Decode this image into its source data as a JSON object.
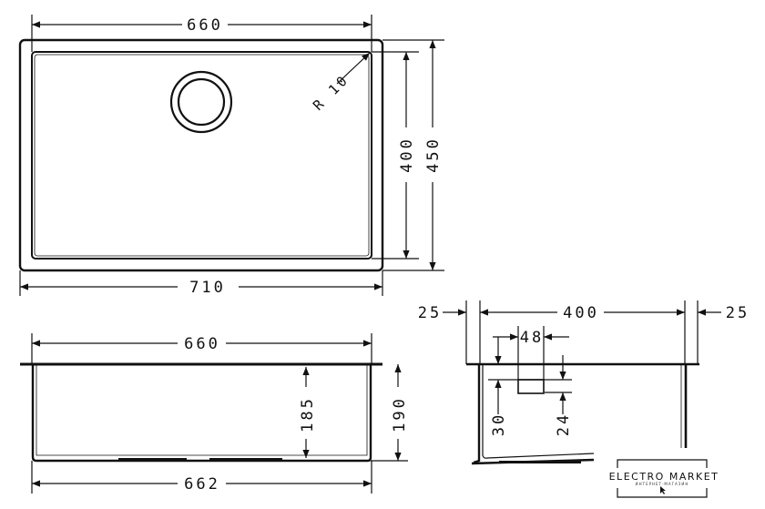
{
  "top_view": {
    "width_inner": "660",
    "width_outer": "710",
    "depth_inner": "400",
    "depth_outer": "450",
    "radius": "R 10"
  },
  "front_view": {
    "width_top": "660",
    "width_bottom": "662",
    "depth_inner": "185",
    "depth_outer": "190"
  },
  "section_view": {
    "flange_left": "25",
    "inner_width": "400",
    "flange_right": "25",
    "overflow_width": "48",
    "overflow_offset": "30",
    "overflow_height": "24"
  },
  "logo": {
    "name": "ELECTRO MARKET",
    "tagline": "ИНТЕРНЕТ-МАГАЗИН"
  }
}
